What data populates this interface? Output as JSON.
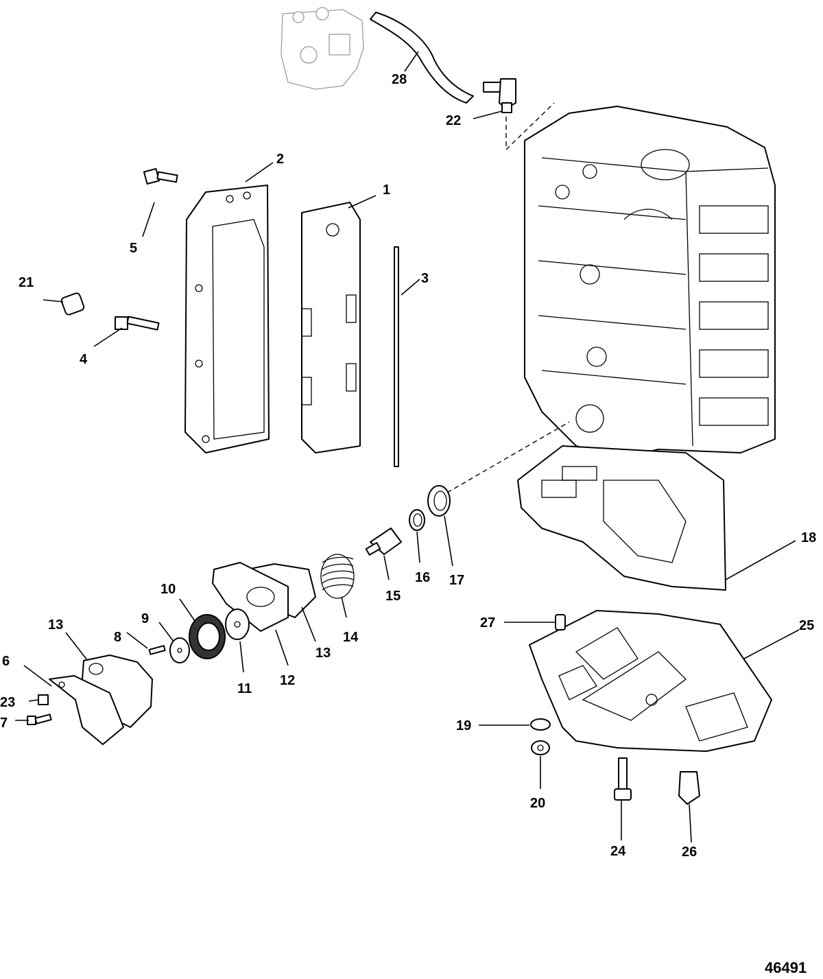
{
  "figure": {
    "figure_number": "46491"
  },
  "callouts": [
    {
      "id": "1",
      "label": "1"
    },
    {
      "id": "2",
      "label": "2"
    },
    {
      "id": "3",
      "label": "3"
    },
    {
      "id": "4",
      "label": "4"
    },
    {
      "id": "5",
      "label": "5"
    },
    {
      "id": "6",
      "label": "6"
    },
    {
      "id": "7",
      "label": "7"
    },
    {
      "id": "8",
      "label": "8"
    },
    {
      "id": "9",
      "label": "9"
    },
    {
      "id": "10",
      "label": "10"
    },
    {
      "id": "11",
      "label": "11"
    },
    {
      "id": "12",
      "label": "12"
    },
    {
      "id": "13a",
      "label": "13"
    },
    {
      "id": "13b",
      "label": "13"
    },
    {
      "id": "14",
      "label": "14"
    },
    {
      "id": "15",
      "label": "15"
    },
    {
      "id": "16",
      "label": "16"
    },
    {
      "id": "17",
      "label": "17"
    },
    {
      "id": "18",
      "label": "18"
    },
    {
      "id": "19",
      "label": "19"
    },
    {
      "id": "20",
      "label": "20"
    },
    {
      "id": "21",
      "label": "21"
    },
    {
      "id": "22",
      "label": "22"
    },
    {
      "id": "23",
      "label": "23"
    },
    {
      "id": "24",
      "label": "24"
    },
    {
      "id": "25",
      "label": "25"
    },
    {
      "id": "26",
      "label": "26"
    },
    {
      "id": "27",
      "label": "27"
    },
    {
      "id": "28",
      "label": "28"
    }
  ]
}
